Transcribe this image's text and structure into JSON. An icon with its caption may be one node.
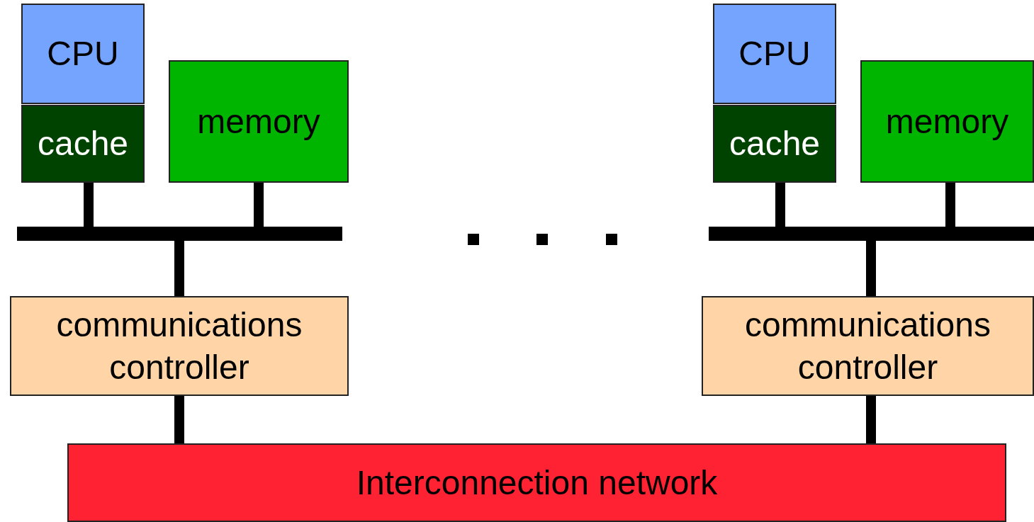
{
  "diagram": {
    "nodes": [
      {
        "text": [
          "CPU"
        ]
      },
      {
        "text": [
          "cache"
        ]
      },
      {
        "text": [
          "memory"
        ]
      },
      {
        "text": [],
        "shape": "bar"
      },
      {
        "text": [
          "communications controller"
        ]
      },
      {
        "text": [
          "CPU"
        ]
      },
      {
        "text": [
          "cache"
        ]
      },
      {
        "text": [
          "memory"
        ]
      },
      {
        "text": [],
        "shape": "bar"
      },
      {
        "text": [
          "communications controller"
        ]
      },
      {
        "text": [
          "Interconnection network"
        ]
      }
    ],
    "edges": [
      {
        "from": 1,
        "to": 3,
        "arrow": "none"
      },
      {
        "from": 2,
        "to": 3,
        "arrow": "none"
      },
      {
        "from": 3,
        "to": 4,
        "arrow": "none"
      },
      {
        "from": 4,
        "to": 10,
        "arrow": "none"
      },
      {
        "from": 6,
        "to": 8,
        "arrow": "none"
      },
      {
        "from": 7,
        "to": 8,
        "arrow": "none"
      },
      {
        "from": 8,
        "to": 9,
        "arrow": "none"
      },
      {
        "from": 9,
        "to": 10,
        "arrow": "none"
      }
    ]
  }
}
